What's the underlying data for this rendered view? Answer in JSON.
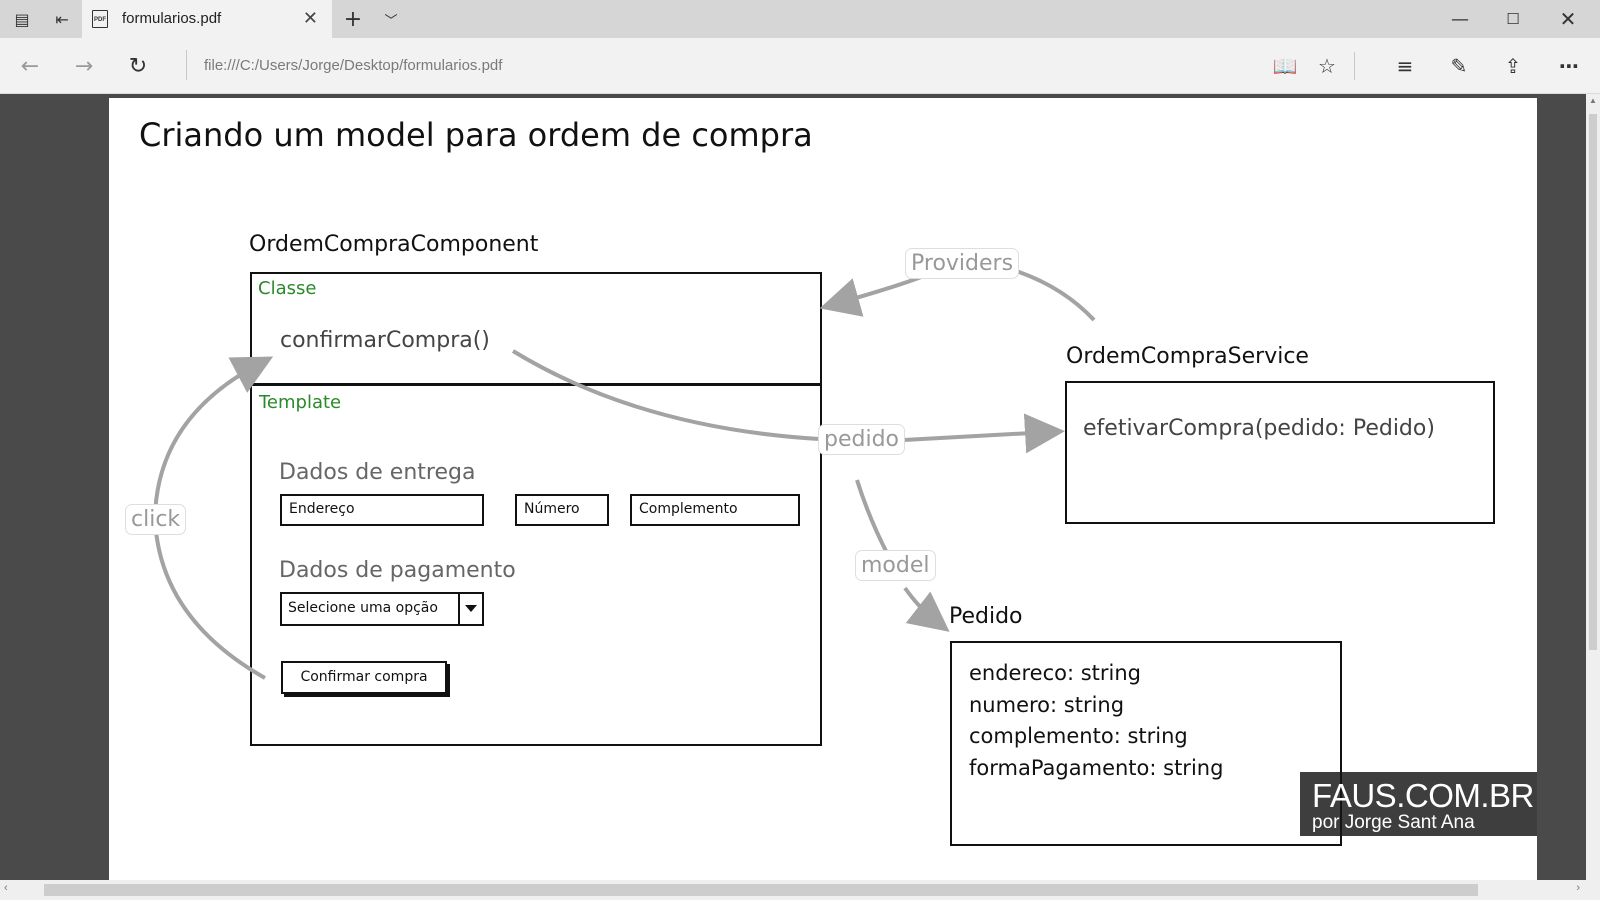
{
  "browser": {
    "tab_title": "formularios.pdf",
    "url": "file:///C:/Users/Jorge/Desktop/formularios.pdf",
    "pdf_icon_text": "PDF"
  },
  "slide": {
    "title": "Criando um model para ordem de compra",
    "component": {
      "name": "OrdemCompraComponent",
      "class_label": "Classe",
      "method": "confirmarCompra()",
      "template_label": "Template",
      "delivery_heading": "Dados de entrega",
      "fields": [
        "Endereço",
        "Número",
        "Complemento"
      ],
      "payment_heading": "Dados de pagamento",
      "select_value": "Selecione uma opção",
      "button_label": "Confirmar compra"
    },
    "labels": {
      "providers": "Providers",
      "pedido": "pedido",
      "model": "model",
      "click": "click"
    },
    "service": {
      "name": "OrdemCompraService",
      "method": "efetivarCompra(pedido: Pedido)"
    },
    "pedido_model": {
      "name": "Pedido",
      "fields": [
        "endereco: string",
        "numero: string",
        "complemento: string",
        "formaPagamento: string"
      ]
    },
    "watermark": {
      "main": "FAUS.COM.BR",
      "sub": "por Jorge Sant Ana"
    }
  },
  "colors": {
    "accent_green": "#2a8a2a",
    "arrow_gray": "#a3a3a3"
  }
}
